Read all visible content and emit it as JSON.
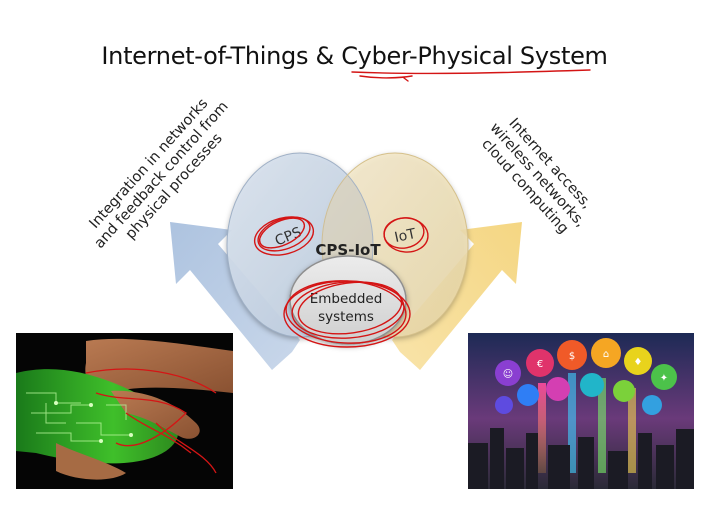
{
  "slide": {
    "title": "Internet-of-Things & Cyber-Physical System",
    "left_caption": "Integration in networks\nand feedback control from\nphysical processes",
    "right_caption": "Internet access,\nwireless networks,\ncloud computing",
    "venn": {
      "left_label": "CPS",
      "right_label": "IoT",
      "center_label": "CPS-IoT",
      "bottom_label_line1": "Embedded",
      "bottom_label_line2": "systems"
    }
  },
  "colors": {
    "left_ellipse": "#c9d6e6",
    "right_ellipse": "#efe1b9",
    "bottom_ellipse": "#d9d9d9",
    "left_arrow": "#b8cbe3",
    "right_arrow": "#f7dc94",
    "annotation": "#d41515"
  },
  "icons": [
    "robot-human-handshake-photo",
    "smart-city-iot-photo"
  ]
}
